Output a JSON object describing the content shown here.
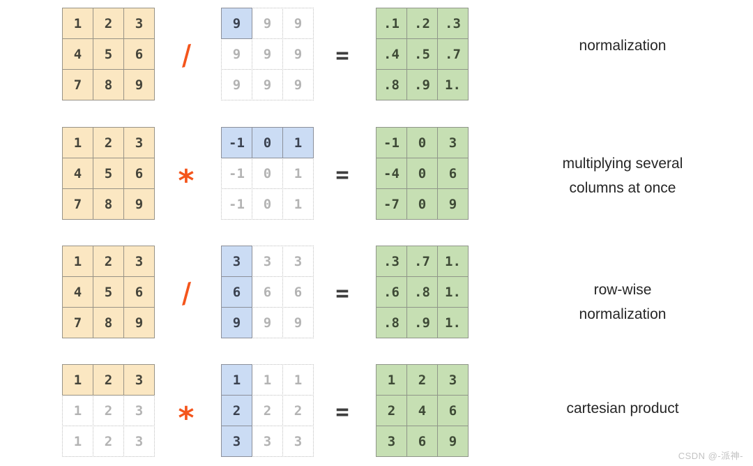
{
  "colors": {
    "operator_orange": "#f4551c",
    "tan_fill": "#fbe7c2",
    "blue_fill": "#cbdcf4",
    "green_fill": "#c6dfb3",
    "ghost_border": "#bfbfbf"
  },
  "watermark": "CSDN @-派神-",
  "rows": [
    {
      "operator": "/",
      "equals": "=",
      "label_lines": [
        "normalization"
      ],
      "left": {
        "cells": [
          [
            "1",
            "2",
            "3"
          ],
          [
            "4",
            "5",
            "6"
          ],
          [
            "7",
            "8",
            "9"
          ]
        ],
        "mask": [
          [
            "tan",
            "tan",
            "tan"
          ],
          [
            "tan",
            "tan",
            "tan"
          ],
          [
            "tan",
            "tan",
            "tan"
          ]
        ]
      },
      "mid": {
        "cells": [
          [
            "9",
            "9",
            "9"
          ],
          [
            "9",
            "9",
            "9"
          ],
          [
            "9",
            "9",
            "9"
          ]
        ],
        "mask": [
          [
            "blue",
            "ghost",
            "ghost"
          ],
          [
            "ghost",
            "ghost",
            "ghost"
          ],
          [
            "ghost",
            "ghost",
            "ghost"
          ]
        ]
      },
      "result": {
        "cells": [
          [
            ".1",
            ".2",
            ".3"
          ],
          [
            ".4",
            ".5",
            ".7"
          ],
          [
            ".8",
            ".9",
            "1."
          ]
        ],
        "mask": [
          [
            "green",
            "green",
            "green"
          ],
          [
            "green",
            "green",
            "green"
          ],
          [
            "green",
            "green",
            "green"
          ]
        ]
      }
    },
    {
      "operator": "*",
      "equals": "=",
      "label_lines": [
        "multiplying several",
        "columns at once"
      ],
      "left": {
        "cells": [
          [
            "1",
            "2",
            "3"
          ],
          [
            "4",
            "5",
            "6"
          ],
          [
            "7",
            "8",
            "9"
          ]
        ],
        "mask": [
          [
            "tan",
            "tan",
            "tan"
          ],
          [
            "tan",
            "tan",
            "tan"
          ],
          [
            "tan",
            "tan",
            "tan"
          ]
        ]
      },
      "mid": {
        "cells": [
          [
            "-1",
            "0",
            "1"
          ],
          [
            "-1",
            "0",
            "1"
          ],
          [
            "-1",
            "0",
            "1"
          ]
        ],
        "mask": [
          [
            "blue",
            "blue",
            "blue"
          ],
          [
            "ghost",
            "ghost",
            "ghost"
          ],
          [
            "ghost",
            "ghost",
            "ghost"
          ]
        ]
      },
      "result": {
        "cells": [
          [
            "-1",
            "0",
            "3"
          ],
          [
            "-4",
            "0",
            "6"
          ],
          [
            "-7",
            "0",
            "9"
          ]
        ],
        "mask": [
          [
            "green",
            "green",
            "green"
          ],
          [
            "green",
            "green",
            "green"
          ],
          [
            "green",
            "green",
            "green"
          ]
        ]
      }
    },
    {
      "operator": "/",
      "equals": "=",
      "label_lines": [
        "row-wise",
        "normalization"
      ],
      "left": {
        "cells": [
          [
            "1",
            "2",
            "3"
          ],
          [
            "4",
            "5",
            "6"
          ],
          [
            "7",
            "8",
            "9"
          ]
        ],
        "mask": [
          [
            "tan",
            "tan",
            "tan"
          ],
          [
            "tan",
            "tan",
            "tan"
          ],
          [
            "tan",
            "tan",
            "tan"
          ]
        ]
      },
      "mid": {
        "cells": [
          [
            "3",
            "3",
            "3"
          ],
          [
            "6",
            "6",
            "6"
          ],
          [
            "9",
            "9",
            "9"
          ]
        ],
        "mask": [
          [
            "blue",
            "ghost",
            "ghost"
          ],
          [
            "blue",
            "ghost",
            "ghost"
          ],
          [
            "blue",
            "ghost",
            "ghost"
          ]
        ]
      },
      "result": {
        "cells": [
          [
            ".3",
            ".7",
            "1."
          ],
          [
            ".6",
            ".8",
            "1."
          ],
          [
            ".8",
            ".9",
            "1."
          ]
        ],
        "mask": [
          [
            "green",
            "green",
            "green"
          ],
          [
            "green",
            "green",
            "green"
          ],
          [
            "green",
            "green",
            "green"
          ]
        ]
      }
    },
    {
      "operator": "*",
      "equals": "=",
      "label_lines": [
        "cartesian product"
      ],
      "left": {
        "cells": [
          [
            "1",
            "2",
            "3"
          ],
          [
            "1",
            "2",
            "3"
          ],
          [
            "1",
            "2",
            "3"
          ]
        ],
        "mask": [
          [
            "tan",
            "tan",
            "tan"
          ],
          [
            "ghost",
            "ghost",
            "ghost"
          ],
          [
            "ghost",
            "ghost",
            "ghost"
          ]
        ]
      },
      "mid": {
        "cells": [
          [
            "1",
            "1",
            "1"
          ],
          [
            "2",
            "2",
            "2"
          ],
          [
            "3",
            "3",
            "3"
          ]
        ],
        "mask": [
          [
            "blue",
            "ghost",
            "ghost"
          ],
          [
            "blue",
            "ghost",
            "ghost"
          ],
          [
            "blue",
            "ghost",
            "ghost"
          ]
        ]
      },
      "result": {
        "cells": [
          [
            "1",
            "2",
            "3"
          ],
          [
            "2",
            "4",
            "6"
          ],
          [
            "3",
            "6",
            "9"
          ]
        ],
        "mask": [
          [
            "green",
            "green",
            "green"
          ],
          [
            "green",
            "green",
            "green"
          ],
          [
            "green",
            "green",
            "green"
          ]
        ]
      }
    }
  ]
}
